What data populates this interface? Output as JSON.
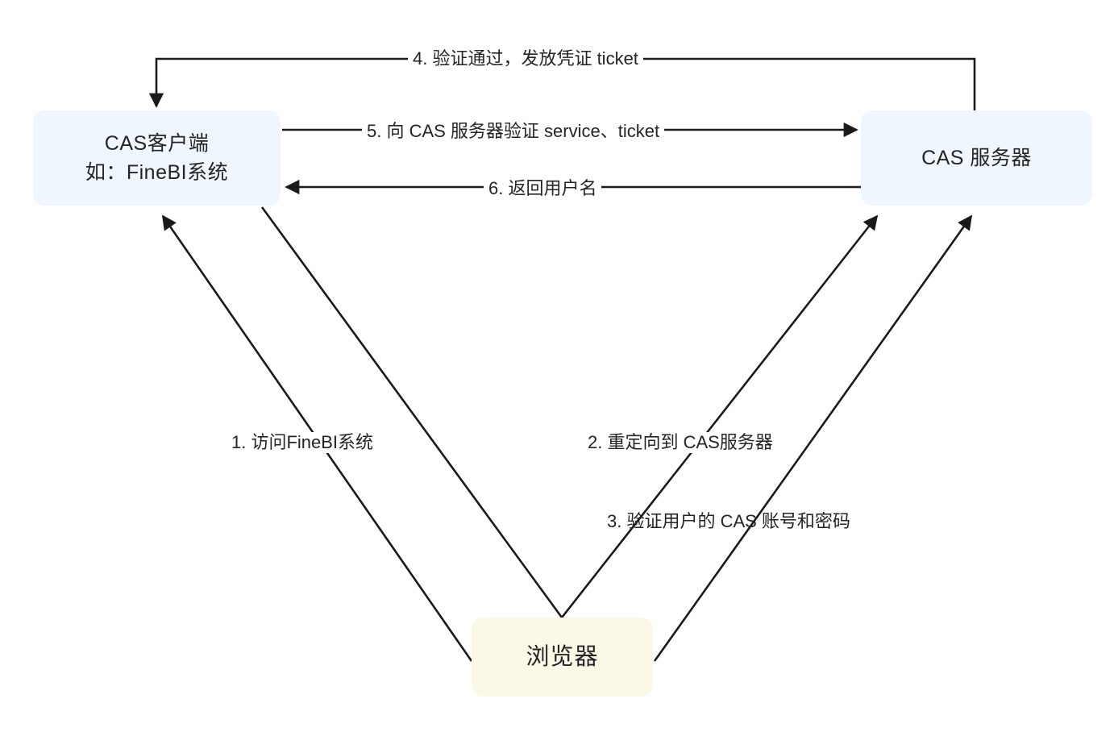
{
  "diagram": {
    "title": "CAS 单点登录流程图",
    "background_color": "#ffffff",
    "line_color": "#1a1a1a",
    "nodes": [
      {
        "id": "cas-client",
        "lines": [
          "CAS客户端",
          "如：FineBI系统"
        ],
        "fill": "#eff6fd"
      },
      {
        "id": "cas-server",
        "lines": [
          "CAS 服务器"
        ],
        "fill": "#eff6fd"
      },
      {
        "id": "browser",
        "lines": [
          "浏览器"
        ],
        "fill": "#fcf8e8"
      }
    ],
    "edges": [
      {
        "id": "step-1",
        "label": "1. 访问FineBI系统",
        "from": "browser",
        "to": "cas-client"
      },
      {
        "id": "step-2",
        "label": "2. 重定向到 CAS服务器",
        "from": "cas-client",
        "to": "cas-server"
      },
      {
        "id": "step-3",
        "label": "3. 验证用户的 CAS 账号和密码",
        "from": "browser",
        "to": "cas-server"
      },
      {
        "id": "step-4",
        "label": "4. 验证通过，发放凭证 ticket",
        "from": "cas-server",
        "to": "cas-client"
      },
      {
        "id": "step-5",
        "label": "5. 向 CAS 服务器验证 service、ticket",
        "from": "cas-client",
        "to": "cas-server"
      },
      {
        "id": "step-6",
        "label": "6. 返回用户名",
        "from": "cas-server",
        "to": "cas-client"
      }
    ]
  }
}
